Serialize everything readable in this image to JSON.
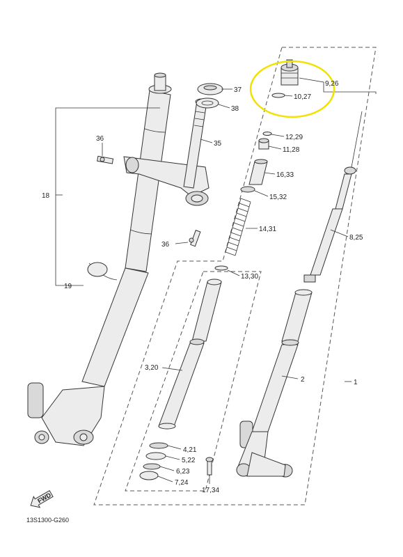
{
  "diagram_code": "13S1300-G260",
  "fwd_label": "FWD",
  "callouts": {
    "c1": "1",
    "c2": "2",
    "c18": "18",
    "c19": "19",
    "c35": "35",
    "c36a": "36",
    "c36b": "36",
    "c37": "37",
    "c38": "38",
    "c3_20": "3,20",
    "c4_21": "4,21",
    "c5_22": "5,22",
    "c6_23": "6,23",
    "c7_24": "7,24",
    "c8_25": "8,25",
    "c9_26": "9,26",
    "c10_27": "10,27",
    "c11_28": "11,28",
    "c12_29": "12,29",
    "c13_30": "13,30",
    "c14_31": "14,31",
    "c15_32": "15,32",
    "c16_33": "16,33",
    "c17_34": "17,34"
  },
  "highlight_color": "#f2e200"
}
